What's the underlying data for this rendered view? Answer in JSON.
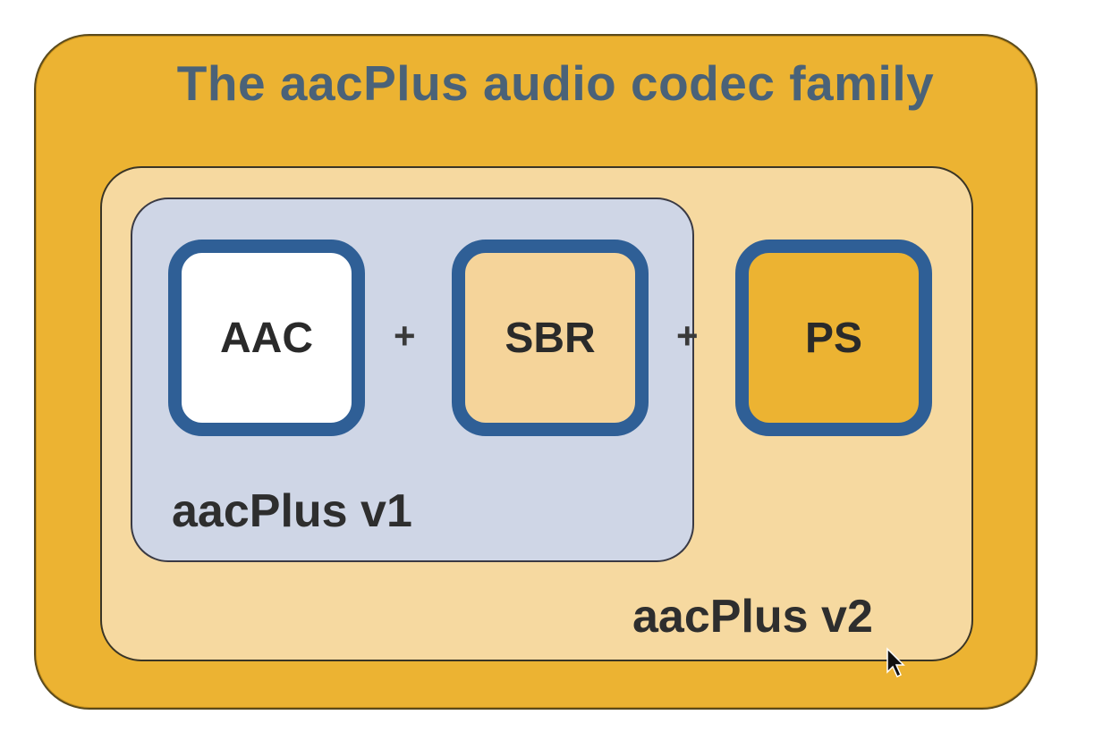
{
  "title": "The aacPlus audio codec family",
  "groups": {
    "v1_label": "aacPlus v1",
    "v2_label": "aacPlus v2"
  },
  "components": [
    {
      "label": "AAC",
      "fill": "#ffffff"
    },
    {
      "label": "SBR",
      "fill": "#f5d49a"
    },
    {
      "label": "PS",
      "fill": "#ecb332"
    }
  ],
  "operators": [
    "+",
    "+"
  ],
  "colors": {
    "outer_fill": "#ecb332",
    "title_text": "#4a6278",
    "v2_fill": "#f6d9a0",
    "v1_fill": "#cfd6e6",
    "component_border": "#2f5f96"
  },
  "cursor_icon": "arrow-pointer-icon"
}
